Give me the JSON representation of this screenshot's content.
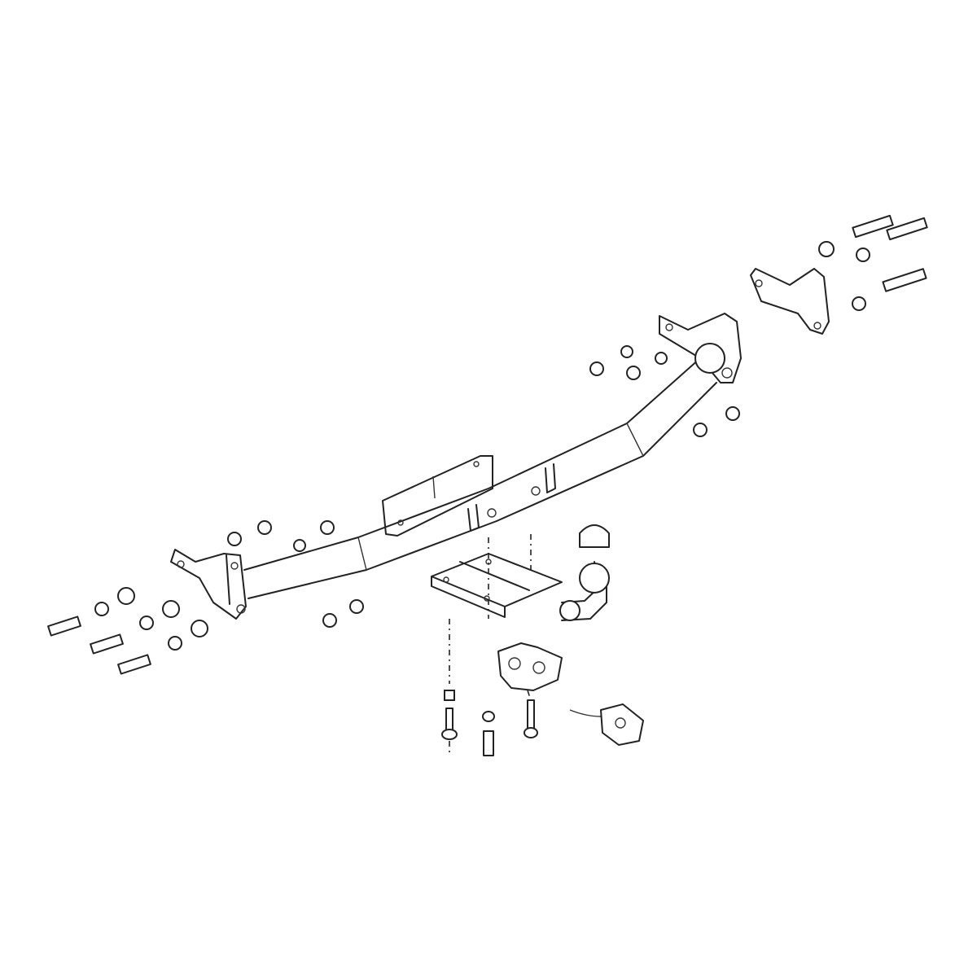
{
  "diagram": {
    "kind": "exploded-view line drawing",
    "parts": [
      {
        "name": "tow-bar-crossbeam"
      },
      {
        "name": "left-mounting-bracket"
      },
      {
        "name": "right-mounting-bracket"
      },
      {
        "name": "side-arm-bracket"
      },
      {
        "name": "center-plate"
      },
      {
        "name": "tow-ball"
      },
      {
        "name": "ball-cover-cap"
      },
      {
        "name": "socket-plate"
      },
      {
        "name": "electrical-socket"
      },
      {
        "name": "wiring-connector"
      }
    ],
    "colors": {
      "line": "#222222",
      "background": "#ffffff"
    }
  }
}
